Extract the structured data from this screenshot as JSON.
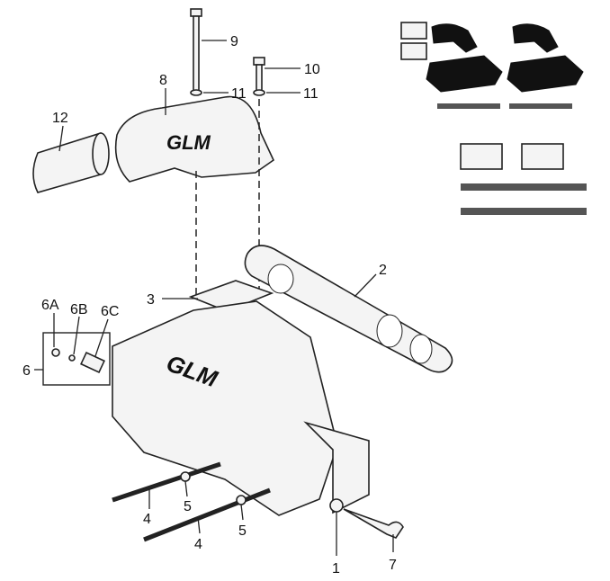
{
  "diagram": {
    "logo_text": "GLM",
    "callouts": {
      "c1": "1",
      "c2": "2",
      "c3": "3",
      "c4a": "4",
      "c4b": "4",
      "c5a": "5",
      "c5b": "5",
      "c6": "6",
      "c6a": "6A",
      "c6b": "6B",
      "c6c": "6C",
      "c7": "7",
      "c8": "8",
      "c9": "9",
      "c10": "10",
      "c11a": "11",
      "c11b": "11",
      "c12": "12"
    }
  }
}
